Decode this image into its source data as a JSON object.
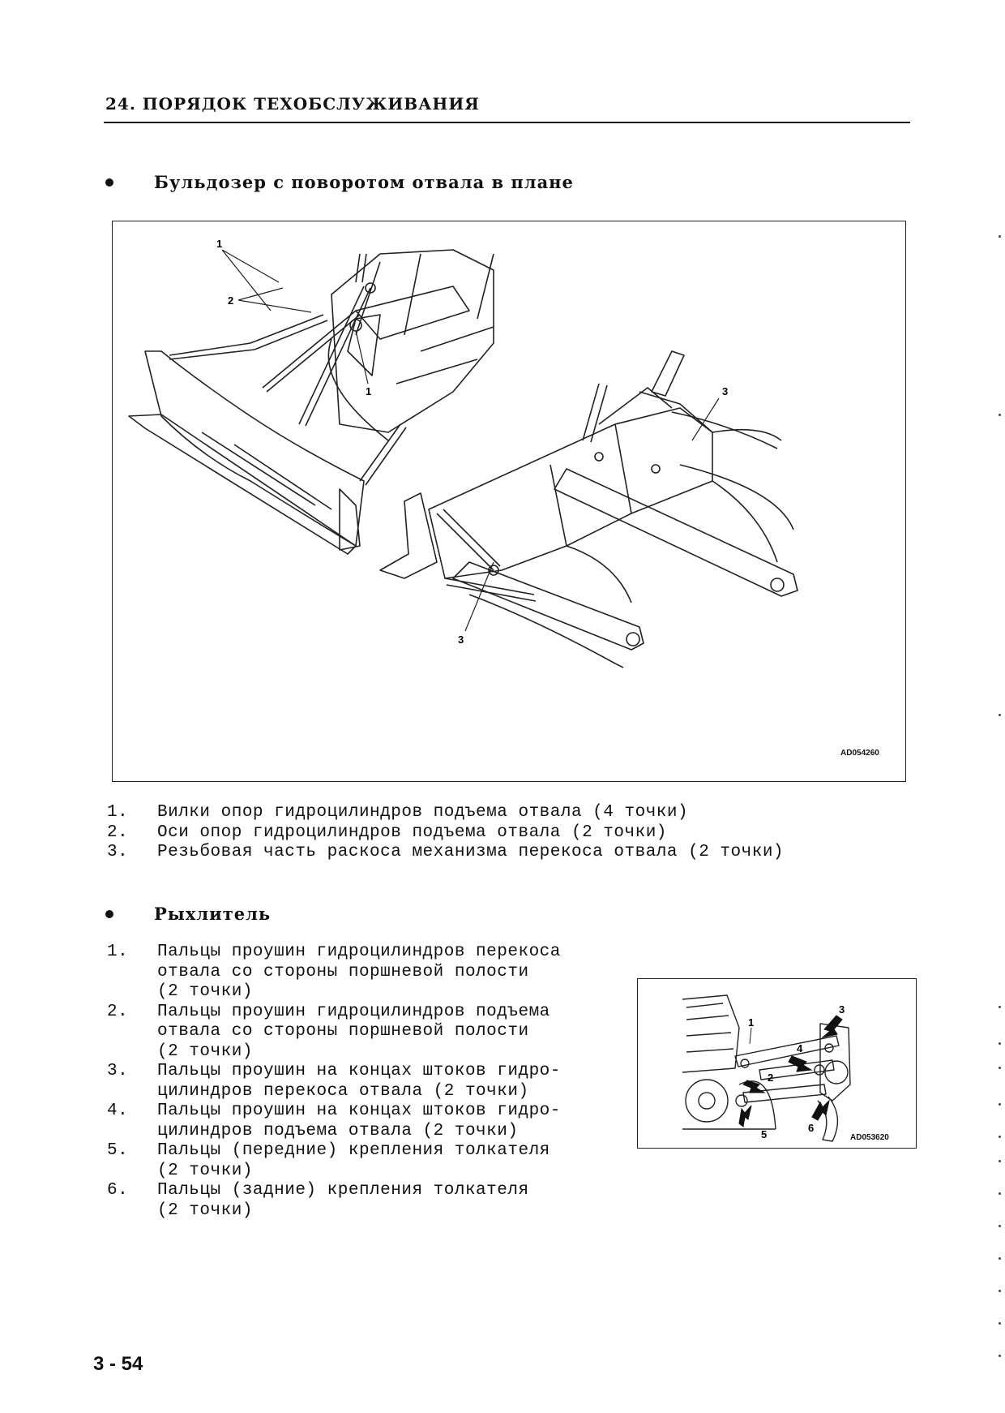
{
  "header": {
    "title": "24. ПОРЯДОК ТЕХОБСЛУЖИВАНИЯ"
  },
  "blade_section": {
    "heading": "Бульдозер с поворотом отвала в плане",
    "figure": {
      "code": "AD054260",
      "callouts": {
        "c1a": "1",
        "c1b": "1",
        "c2": "2",
        "c3a": "3",
        "c3b": "3"
      }
    },
    "items": [
      {
        "num": "1.",
        "text": "Вилки опор гидроцилиндров подъема отвала (4 точки)"
      },
      {
        "num": "2.",
        "text": "Оси опор гидроцилиндров подъема отвала (2 точки)"
      },
      {
        "num": "3.",
        "text": "Резьбовая часть раскоса механизма перекоса отвала (2 точки)"
      }
    ]
  },
  "ripper_section": {
    "heading": "Рыхлитель",
    "figure": {
      "code": "AD053620",
      "callouts": {
        "c1": "1",
        "c2": "2",
        "c3": "3",
        "c4": "4",
        "c5": "5",
        "c6": "6"
      }
    },
    "items": [
      {
        "num": "1.",
        "text": "Пальцы проушин гидроцилиндров перекоса\nотвала со стороны поршневой полости\n(2 точки)"
      },
      {
        "num": "2.",
        "text": "Пальцы проушин гидроцилиндров подъема\nотвала со стороны поршневой полости\n(2 точки)"
      },
      {
        "num": "3.",
        "text": "Пальцы проушин на концах штоков гидро-\nцилиндров перекоса отвала (2 точки)"
      },
      {
        "num": "4.",
        "text": "Пальцы проушин на концах штоков гидро-\nцилиндров подъема отвала (2 точки)"
      },
      {
        "num": "5.",
        "text": "Пальцы (передние) крепления толкателя\n(2 точки)"
      },
      {
        "num": "6.",
        "text": "Пальцы (задние) крепления толкателя\n(2 точки)"
      }
    ]
  },
  "footer": {
    "page_number": "3 - 54"
  }
}
